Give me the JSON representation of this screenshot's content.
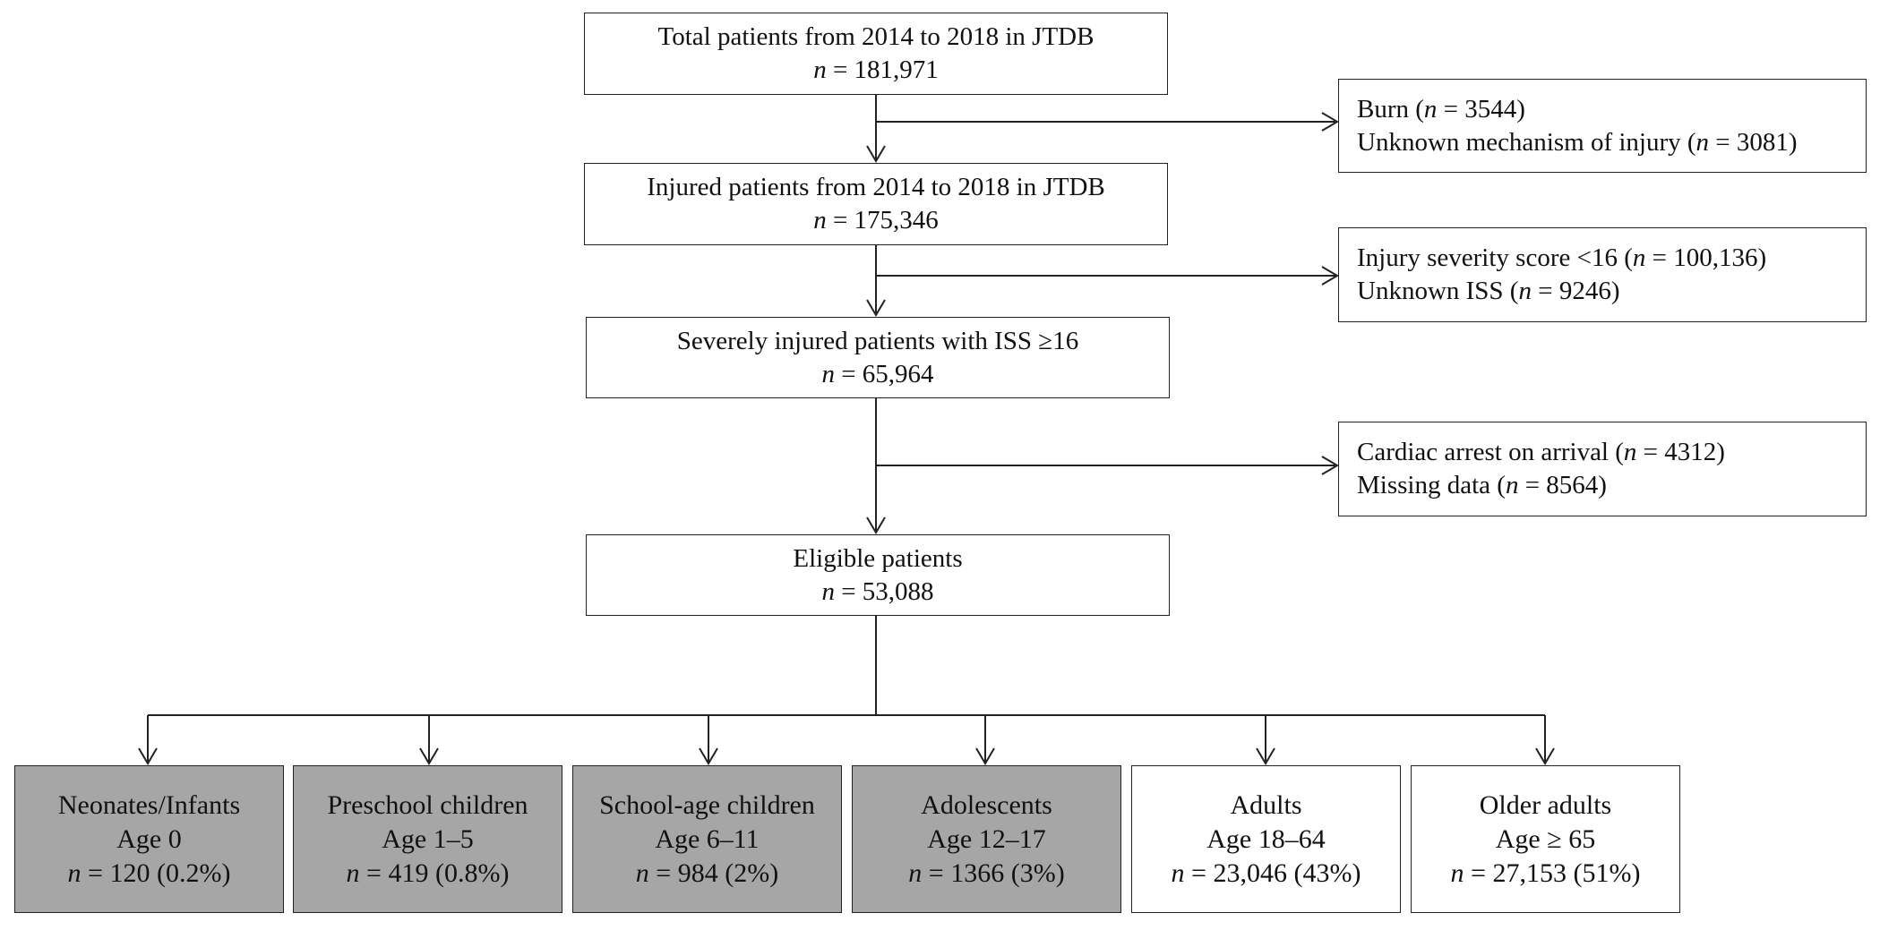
{
  "main_steps": [
    {
      "title": "Total patients from 2014 to 2018 in JTDB",
      "n": "181,971"
    },
    {
      "title": "Injured patients from 2014 to 2018 in JTDB",
      "n": "175,346"
    },
    {
      "title": "Severely injured patients with ISS ≥16",
      "n": "65,964"
    },
    {
      "title": "Eligible patients",
      "n": "53,088"
    }
  ],
  "exclusions": [
    [
      {
        "text_before": "Burn  (",
        "n": "3544",
        "text_after": ")"
      },
      {
        "text_before": "Unknown mechanism of injury (",
        "n": "3081",
        "text_after": ")"
      }
    ],
    [
      {
        "text_before": "Injury severity score <16  (",
        "n": "100,136",
        "text_after": ")"
      },
      {
        "text_before": "Unknown ISS (",
        "n": "9246",
        "text_after": ")"
      }
    ],
    [
      {
        "text_before": "Cardiac arrest on arrival (",
        "n": "4312",
        "text_after": ")"
      },
      {
        "text_before": "Missing data (",
        "n": "8564",
        "text_after": ")"
      }
    ]
  ],
  "age_groups": [
    {
      "name": "Neonates/Infants",
      "age": "Age 0",
      "count": "120 (0.2%)",
      "shaded": true
    },
    {
      "name": "Preschool children",
      "age": "Age 1–5",
      "count": "419 (0.8%)",
      "shaded": true
    },
    {
      "name": "School-age children",
      "age": "Age 6–11",
      "count": "984 (2%)",
      "shaded": true
    },
    {
      "name": "Adolescents",
      "age": "Age 12–17",
      "count": "1366 (3%)",
      "shaded": true
    },
    {
      "name": "Adults",
      "age": "Age 18–64",
      "count": "23,046 (43%)",
      "shaded": false
    },
    {
      "name": "Older adults",
      "age": "Age ≥ 65",
      "count": "27,153 (51%)",
      "shaded": false
    }
  ],
  "n_symbol": "n",
  "eq": " = ",
  "colors": {
    "shaded_fill": "#a6a6a6",
    "line": "#222222"
  }
}
